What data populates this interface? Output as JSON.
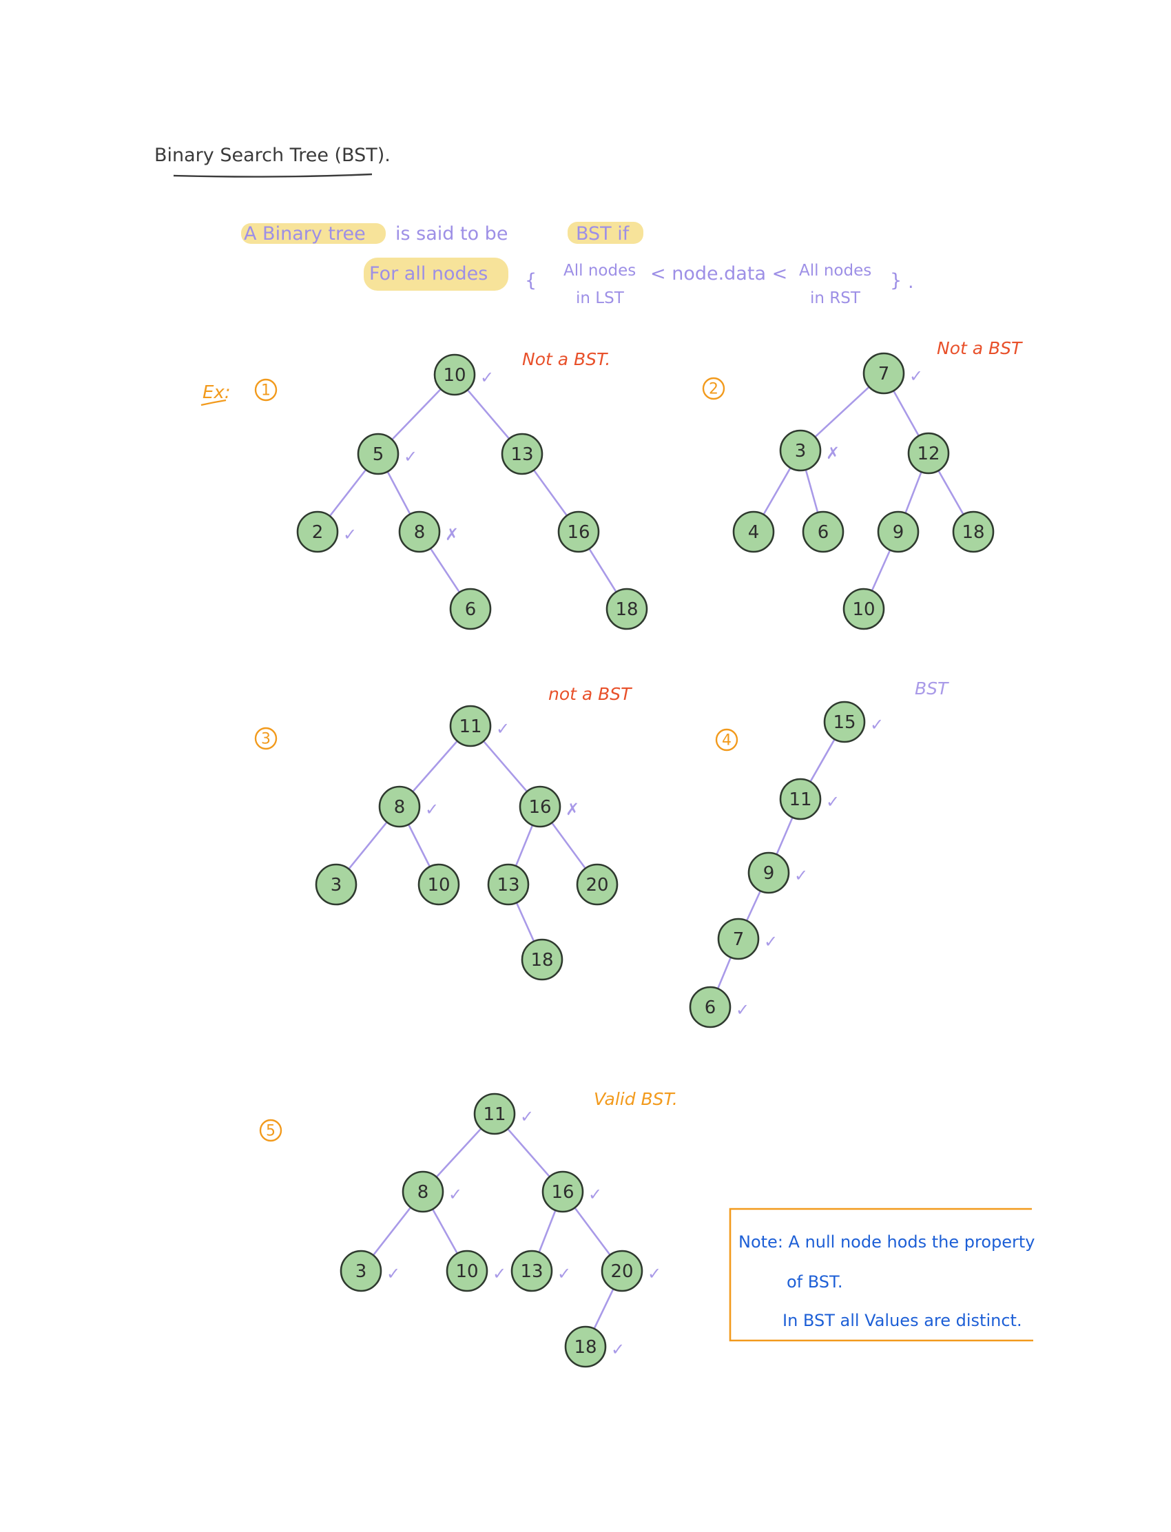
{
  "title": "Binary Search Tree (BST).",
  "definition": {
    "line1_a": "A Binary tree",
    "line1_b": "is said to be",
    "line1_c": "BST if",
    "line2_a": "For all nodes",
    "left_top": "All nodes",
    "left_bottom": "in LST",
    "middle": "< node.data <",
    "right_top": "All nodes",
    "right_bottom": "in RST",
    "open_brace": "{",
    "close_brace": "}",
    "dot": "."
  },
  "ex_label": "Ex:",
  "examples": [
    {
      "number": "1",
      "verdict": "Not a BST.",
      "verdict_color": "red",
      "nodes": [
        {
          "id": "a",
          "value": "10",
          "mark": "✓"
        },
        {
          "id": "b",
          "value": "5",
          "mark": "✓"
        },
        {
          "id": "c",
          "value": "13",
          "mark": ""
        },
        {
          "id": "d",
          "value": "2",
          "mark": "✓"
        },
        {
          "id": "e",
          "value": "8",
          "mark": "✗"
        },
        {
          "id": "f",
          "value": "16",
          "mark": ""
        },
        {
          "id": "g",
          "value": "6",
          "mark": ""
        },
        {
          "id": "h",
          "value": "18",
          "mark": ""
        }
      ],
      "edges": [
        [
          "a",
          "b"
        ],
        [
          "a",
          "c"
        ],
        [
          "b",
          "d"
        ],
        [
          "b",
          "e"
        ],
        [
          "c",
          "f"
        ],
        [
          "e",
          "g"
        ],
        [
          "f",
          "h"
        ]
      ]
    },
    {
      "number": "2",
      "verdict": "Not a BST",
      "verdict_color": "red",
      "nodes": [
        {
          "id": "a",
          "value": "7",
          "mark": "✓"
        },
        {
          "id": "b",
          "value": "3",
          "mark": "✗"
        },
        {
          "id": "c",
          "value": "12",
          "mark": ""
        },
        {
          "id": "d",
          "value": "4",
          "mark": ""
        },
        {
          "id": "e",
          "value": "6",
          "mark": ""
        },
        {
          "id": "f",
          "value": "9",
          "mark": ""
        },
        {
          "id": "g",
          "value": "18",
          "mark": ""
        },
        {
          "id": "h",
          "value": "10",
          "mark": ""
        }
      ],
      "edges": [
        [
          "a",
          "b"
        ],
        [
          "a",
          "c"
        ],
        [
          "b",
          "d"
        ],
        [
          "b",
          "e"
        ],
        [
          "c",
          "f"
        ],
        [
          "c",
          "g"
        ],
        [
          "f",
          "h"
        ]
      ]
    },
    {
      "number": "3",
      "verdict": "not a BST",
      "verdict_color": "red",
      "nodes": [
        {
          "id": "a",
          "value": "11",
          "mark": "✓"
        },
        {
          "id": "b",
          "value": "8",
          "mark": "✓"
        },
        {
          "id": "c",
          "value": "16",
          "mark": "✗"
        },
        {
          "id": "d",
          "value": "3",
          "mark": ""
        },
        {
          "id": "e",
          "value": "10",
          "mark": ""
        },
        {
          "id": "f",
          "value": "13",
          "mark": ""
        },
        {
          "id": "g",
          "value": "20",
          "mark": ""
        },
        {
          "id": "h",
          "value": "18",
          "mark": ""
        }
      ],
      "edges": [
        [
          "a",
          "b"
        ],
        [
          "a",
          "c"
        ],
        [
          "b",
          "d"
        ],
        [
          "b",
          "e"
        ],
        [
          "c",
          "f"
        ],
        [
          "c",
          "g"
        ],
        [
          "f",
          "h"
        ]
      ]
    },
    {
      "number": "4",
      "verdict": "BST",
      "verdict_color": "violet",
      "nodes": [
        {
          "id": "a",
          "value": "15",
          "mark": "✓"
        },
        {
          "id": "b",
          "value": "11",
          "mark": "✓"
        },
        {
          "id": "c",
          "value": "9",
          "mark": "✓"
        },
        {
          "id": "d",
          "value": "7",
          "mark": "✓"
        },
        {
          "id": "e",
          "value": "6",
          "mark": "✓"
        }
      ],
      "edges": [
        [
          "a",
          "b"
        ],
        [
          "b",
          "c"
        ],
        [
          "c",
          "d"
        ],
        [
          "d",
          "e"
        ]
      ]
    },
    {
      "number": "5",
      "verdict": "Valid BST.",
      "verdict_color": "orange",
      "nodes": [
        {
          "id": "a",
          "value": "11",
          "mark": "✓"
        },
        {
          "id": "b",
          "value": "8",
          "mark": "✓"
        },
        {
          "id": "c",
          "value": "16",
          "mark": "✓"
        },
        {
          "id": "d",
          "value": "3",
          "mark": "✓"
        },
        {
          "id": "e",
          "value": "10",
          "mark": "✓"
        },
        {
          "id": "f",
          "value": "13",
          "mark": "✓"
        },
        {
          "id": "g",
          "value": "20",
          "mark": "✓"
        },
        {
          "id": "h",
          "value": "18",
          "mark": "✓"
        }
      ],
      "edges": [
        [
          "a",
          "b"
        ],
        [
          "a",
          "c"
        ],
        [
          "b",
          "d"
        ],
        [
          "b",
          "e"
        ],
        [
          "c",
          "f"
        ],
        [
          "c",
          "g"
        ],
        [
          "g",
          "h"
        ]
      ]
    }
  ],
  "note": {
    "line1": "Note: A null node hods the property",
    "line2": "of BST.",
    "line3": "In BST all Values are distinct."
  },
  "colors": {
    "node_fill": "#a8d5a0",
    "node_stroke": "#2f3a2f",
    "edge": "#a99ae8",
    "highlight": "#f7e39a",
    "red": "#e8502a",
    "orange": "#f29a1c",
    "violet": "#a99ae8",
    "note_text": "#1d5fd6",
    "note_border": "#f29a1c"
  }
}
